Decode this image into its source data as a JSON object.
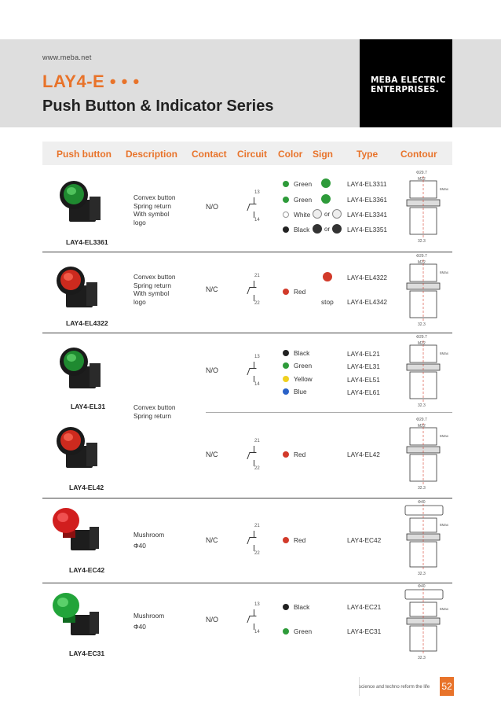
{
  "header": {
    "url": "www.meba.net",
    "title": "LAY4-E • • •",
    "subtitle": "Push Button & Indicator Series",
    "logo_line1": "MEBA ELECTRIC",
    "logo_line2": "ENTERPRISES."
  },
  "columns": [
    "Push button",
    "Description",
    "Contact",
    "Circuit",
    "Color",
    "Sign",
    "Type",
    "Contour"
  ],
  "sections": {
    "s1": {
      "caption": "LAY4-EL3361",
      "desc": [
        "Convex button",
        "Spring return",
        "With symbol",
        "logo"
      ],
      "contact": "N/O",
      "c_top": "13",
      "c_bot": "14",
      "colors": [
        "Green",
        "Green",
        "White",
        "Black"
      ],
      "types": [
        "LAY4-EL3311",
        "LAY4-EL3361",
        "LAY4-EL3341",
        "LAY4-EL3351"
      ],
      "or": "or"
    },
    "s2": {
      "caption": "LAY4-EL4322",
      "desc": [
        "Convex button",
        "Spring return",
        "With symbol",
        "logo"
      ],
      "contact": "N/C",
      "c_top": "21",
      "c_bot": "22",
      "colors": [
        "Red"
      ],
      "types": [
        "LAY4-EL4322",
        "LAY4-EL4342"
      ],
      "stop": "stop"
    },
    "s3": {
      "caption": "LAY4-EL31",
      "desc": [
        "Convex button",
        "Spring return"
      ],
      "contact": "N/O",
      "c_top": "13",
      "c_bot": "14",
      "colors": [
        "Black",
        "Green",
        "Yellow",
        "Blue"
      ],
      "types": [
        "LAY4-EL21",
        "LAY4-EL31",
        "LAY4-EL51",
        "LAY4-EL61"
      ]
    },
    "s4": {
      "caption": "LAY4-EL42",
      "contact": "N/C",
      "c_top": "21",
      "c_bot": "22",
      "colors": [
        "Red"
      ],
      "types": [
        "LAY4-EL42"
      ]
    },
    "s5": {
      "caption": "LAY4-EC42",
      "desc": [
        "Mushroom",
        "Φ40"
      ],
      "contact": "N/C",
      "c_top": "21",
      "c_bot": "22",
      "colors": [
        "Red"
      ],
      "types": [
        "LAY4-EC42"
      ]
    },
    "s6": {
      "caption": "LAY4-EC31",
      "desc": [
        "Mushroom",
        "Φ40"
      ],
      "contact": "N/O",
      "c_top": "13",
      "c_bot": "14",
      "colors": [
        "Black",
        "Green"
      ],
      "types": [
        "LAY4-EC21",
        "LAY4-EC31"
      ]
    }
  },
  "drawing": {
    "d1": "Φ29.7",
    "d2": "M22",
    "d3": "6Max",
    "d4": "32.3",
    "d40": "Φ40"
  },
  "footer": {
    "tagline": "science and techno reform the life",
    "page": "52"
  },
  "colors": {
    "accent": "#e8732a",
    "green": "#2e9b3a",
    "red": "#d23a2a",
    "yellow": "#f0d020",
    "blue": "#2a62c8",
    "black": "#222222",
    "white": "#ffffff"
  }
}
